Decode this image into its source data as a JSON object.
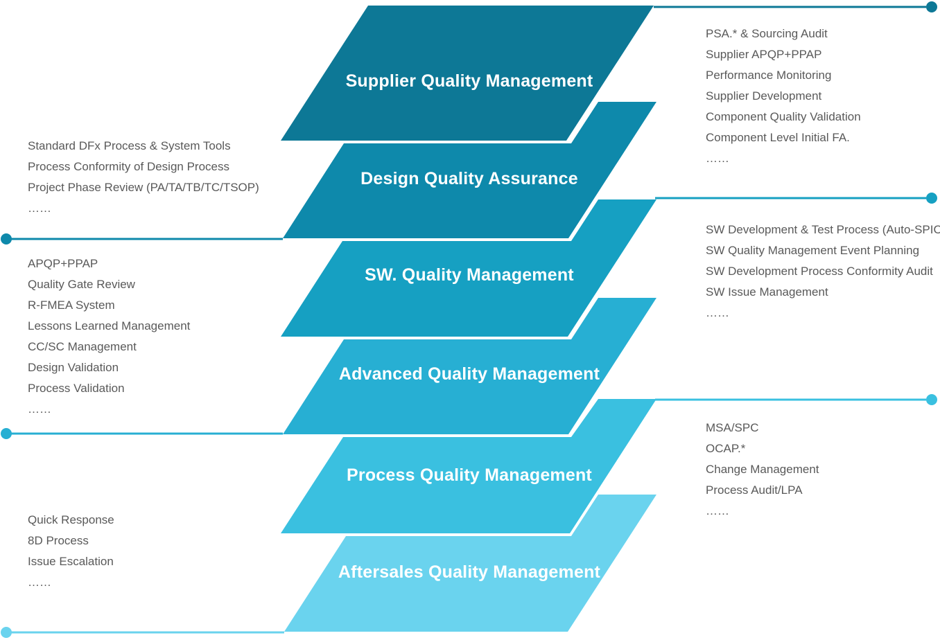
{
  "diagram": {
    "background": "#ffffff",
    "heading_color": "#ffffff",
    "list_text_color": "#595959",
    "bands": [
      {
        "label": "Supplier Quality Management",
        "color": "#0d7896",
        "connector_side": "right",
        "items": [
          "PSA.* & Sourcing Audit",
          "Supplier APQP+PPAP",
          "Performance Monitoring",
          "Supplier Development",
          "Component Quality Validation",
          "Component Level Initial FA.",
          "……"
        ]
      },
      {
        "label": "Design Quality Assurance",
        "color": "#0e89ab",
        "connector_side": "left",
        "items": [
          "Standard DFx Process & System Tools",
          "Process Conformity of Design Process",
          "Project Phase Review (PA/TA/TB/TC/TSOP)",
          "……"
        ]
      },
      {
        "label": "SW. Quality Management",
        "color": "#16a0c2",
        "connector_side": "right",
        "items": [
          "SW Development & Test Process (Auto-SPICE)",
          "SW Quality Management Event Planning",
          "SW Development Process Conformity Audit",
          "SW Issue Management",
          "……"
        ]
      },
      {
        "label": "Advanced Quality Management",
        "color": "#27afd3",
        "connector_side": "left",
        "items": [
          "APQP+PPAP",
          "Quality Gate Review",
          "R-FMEA System",
          "Lessons Learned Management",
          "CC/SC Management",
          "Design Validation",
          "Process Validation",
          "……"
        ]
      },
      {
        "label": "Process Quality Management",
        "color": "#3ac0e0",
        "connector_side": "right",
        "items": [
          "MSA/SPC",
          "OCAP.*",
          "Change Management",
          "Process Audit/LPA",
          "……"
        ]
      },
      {
        "label": "Aftersales Quality Management",
        "color": "#6ad3ee",
        "connector_side": "left",
        "items": [
          "Quick Response",
          "8D Process",
          "Issue Escalation",
          "……"
        ]
      }
    ]
  }
}
